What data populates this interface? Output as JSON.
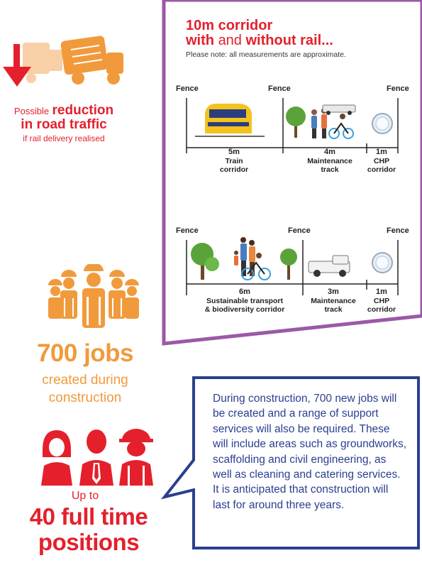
{
  "traffic": {
    "prefix": "Possible",
    "headline_1": "reduction",
    "headline_2": "in road traffic",
    "sub": "if rail delivery realised"
  },
  "panel": {
    "title_1": "10m corridor",
    "title_2_a": "with",
    "title_2_b": "and",
    "title_2_c": "without rail...",
    "note": "Please note: all measurements are approximate.",
    "with_rail": {
      "fences": [
        "Fence",
        "Fence",
        "Fence"
      ],
      "sections": [
        {
          "width": "5m",
          "label": "Train corridor"
        },
        {
          "width": "4m",
          "label": "Maintenance track"
        },
        {
          "width": "1m",
          "label": "CHP corridor"
        }
      ]
    },
    "without_rail": {
      "fences": [
        "Fence",
        "Fence",
        "Fence"
      ],
      "sections": [
        {
          "width": "6m",
          "label_1": "Sustainable transport",
          "label_2": "& biodiversity corridor"
        },
        {
          "width": "3m",
          "label_1": "Maintenance",
          "label_2": "track"
        },
        {
          "width": "1m",
          "label_1": "CHP",
          "label_2": "corridor"
        }
      ]
    }
  },
  "jobs": {
    "headline": "700 jobs",
    "sub_1": "created during",
    "sub_2": "construction"
  },
  "fulltime": {
    "prefix": "Up to",
    "headline_1": "40 full time",
    "headline_2": "positions"
  },
  "speech": {
    "text": "During construction, 700 new jobs will be created and a range of support services will also be required. These will include areas such as groundworks, scaffolding and civil engineering, as well as cleaning and catering services. It is anticipated that construction will last for around three years."
  },
  "colors": {
    "red": "#e4202c",
    "orange": "#f19a3c",
    "purple": "#9b59a6",
    "navy": "#2a3f8f"
  }
}
